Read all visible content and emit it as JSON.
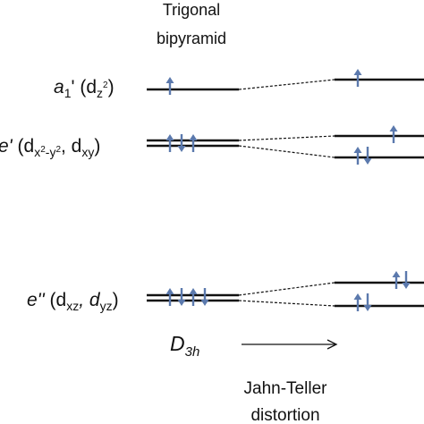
{
  "header": {
    "line1": "Trigonal",
    "line2": "bipyramid"
  },
  "levels": {
    "a1": {
      "symbol": "a",
      "subscript": "1",
      "prime": "'",
      "orbital_open": " (d",
      "orbital_sub": "z",
      "orbital_sup": "2",
      "orbital_close": ")"
    },
    "e_prime": {
      "symbol": "e'",
      "orbital_open": " (d",
      "sub_1": "x",
      "sup_1": "2",
      "sub_2": "-y",
      "sup_2": "2",
      "separator": ", d",
      "sub_3": "xy",
      "orbital_close": ")"
    },
    "e_double_prime": {
      "symbol": "e''",
      "orbital_open": " (d",
      "sub_1": "xz",
      "separator": ", d",
      "sub_2": "yz",
      "orbital_close": ")"
    }
  },
  "bottom": {
    "point_group": "D",
    "point_group_sub": "3h",
    "caption_line1": "Jahn-Teller",
    "caption_line2": "distortion"
  },
  "colors": {
    "line": "#111111",
    "arrow": "#5b79ad"
  }
}
